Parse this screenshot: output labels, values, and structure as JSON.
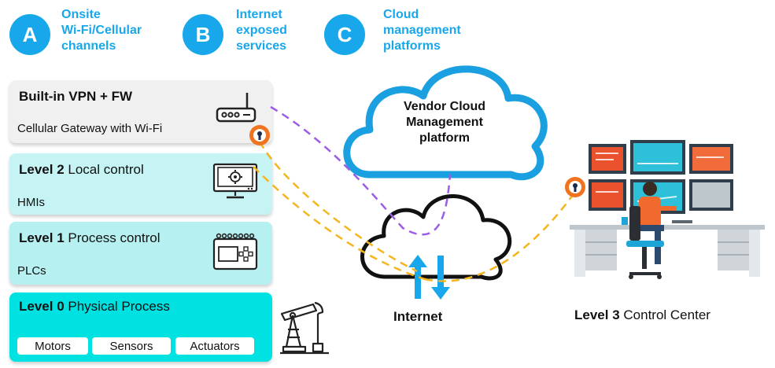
{
  "header": {
    "items": [
      {
        "letter": "A",
        "lines": [
          "Onsite",
          "Wi-Fi/Cellular",
          "channels"
        ]
      },
      {
        "letter": "B",
        "lines": [
          "Internet",
          "exposed",
          "services"
        ]
      },
      {
        "letter": "C",
        "lines": [
          "Cloud",
          "management",
          "platforms"
        ]
      }
    ]
  },
  "levels": {
    "gateway": {
      "title": "Built-in VPN + FW",
      "subtitle": "Cellular Gateway with Wi-Fi",
      "icon": "router-icon"
    },
    "level2": {
      "title_bold": "Level 2",
      "title_rest": " Local control",
      "subtitle": "HMIs",
      "icon": "hmi-monitor-icon"
    },
    "level1": {
      "title_bold": "Level 1",
      "title_rest": " Process control",
      "subtitle": "PLCs",
      "icon": "plc-icon"
    },
    "level0": {
      "title_bold": "Level 0",
      "title_rest": " Physical Process",
      "chips": [
        "Motors",
        "Sensors",
        "Actuators"
      ],
      "icon": "pump-jack-icon"
    }
  },
  "cloud": {
    "lines": [
      "Vendor Cloud",
      "Management",
      "platform"
    ]
  },
  "internet": {
    "label": "Internet"
  },
  "control_center": {
    "label_bold": "Level 3",
    "label_rest": " Control Center"
  },
  "colors": {
    "accent": "#18a7ea",
    "vpn_line": "#f5b51d",
    "cloud_line": "#9c5ce6",
    "vpn_badge": "#f0741f"
  }
}
